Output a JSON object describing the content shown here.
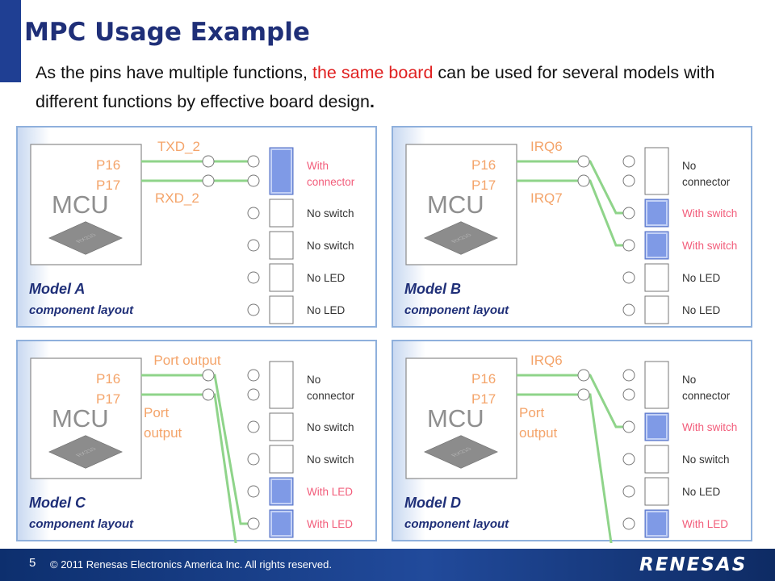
{
  "title": "MPC Usage Example",
  "subtitle": {
    "part1": "As the pins have multiple functions, ",
    "highlight": "the same board",
    "part2": " can be used for several models with different functions by effective board design",
    "period": "."
  },
  "colors": {
    "accent": "#1f3f93",
    "highlight": "#e02020",
    "pin_label": "#f4a46a",
    "active_label": "#f25c7a",
    "inactive_label": "#333333",
    "wire": "#8fd48a",
    "footer": "#1a3c85",
    "panel_border": "#8fb0dc"
  },
  "chip": {
    "label": "MCU",
    "marking": "RX210"
  },
  "panels": [
    {
      "model": "Model A",
      "layout_label": "component layout",
      "pins": [
        "P16",
        "P17"
      ],
      "functions": [
        {
          "text": "TXD_2"
        },
        {
          "text": "RXD_2"
        }
      ],
      "wires": [
        [
          0,
          0
        ],
        [
          1,
          1
        ]
      ],
      "components": [
        {
          "text": "With connector",
          "active": true,
          "type": "connector"
        },
        {
          "text": "No switch",
          "active": false,
          "type": "single"
        },
        {
          "text": "No switch",
          "active": false,
          "type": "single"
        },
        {
          "text": "No LED",
          "active": false,
          "type": "single"
        },
        {
          "text": "No LED",
          "active": false,
          "type": "single"
        }
      ]
    },
    {
      "model": "Model B",
      "layout_label": "component layout",
      "pins": [
        "P16",
        "P17"
      ],
      "functions": [
        {
          "text": "IRQ6"
        },
        {
          "text": "IRQ7"
        }
      ],
      "wires": [
        [
          0,
          2
        ],
        [
          1,
          3
        ]
      ],
      "components": [
        {
          "text": "No connector",
          "active": false,
          "type": "connector"
        },
        {
          "text": "With switch",
          "active": true,
          "type": "single"
        },
        {
          "text": "With switch",
          "active": true,
          "type": "single"
        },
        {
          "text": "No LED",
          "active": false,
          "type": "single"
        },
        {
          "text": "No LED",
          "active": false,
          "type": "single"
        }
      ]
    },
    {
      "model": "Model C",
      "layout_label": "component layout",
      "pins": [
        "P16",
        "P17"
      ],
      "functions": [
        {
          "text": "Port output"
        },
        {
          "text": "Port output"
        }
      ],
      "wires": [
        [
          0,
          5
        ],
        [
          1,
          6
        ]
      ],
      "components": [
        {
          "text": "No connector",
          "active": false,
          "type": "connector"
        },
        {
          "text": "No switch",
          "active": false,
          "type": "single"
        },
        {
          "text": "No switch",
          "active": false,
          "type": "single"
        },
        {
          "text": "With LED",
          "active": true,
          "type": "single"
        },
        {
          "text": "With LED",
          "active": true,
          "type": "single"
        }
      ]
    },
    {
      "model": "Model D",
      "layout_label": "component layout",
      "pins": [
        "P16",
        "P17"
      ],
      "functions": [
        {
          "text": "IRQ6"
        },
        {
          "text": "Port output"
        }
      ],
      "wires": [
        [
          0,
          2
        ],
        [
          1,
          6
        ]
      ],
      "components": [
        {
          "text": "No connector",
          "active": false,
          "type": "connector"
        },
        {
          "text": "With switch",
          "active": true,
          "type": "single"
        },
        {
          "text": "No switch",
          "active": false,
          "type": "single"
        },
        {
          "text": "No LED",
          "active": false,
          "type": "single"
        },
        {
          "text": "With LED",
          "active": true,
          "type": "single"
        }
      ]
    }
  ],
  "footer": {
    "page": "5",
    "copyright": "© 2011 Renesas Electronics America Inc. All rights reserved.",
    "logo": "RENESAS"
  }
}
